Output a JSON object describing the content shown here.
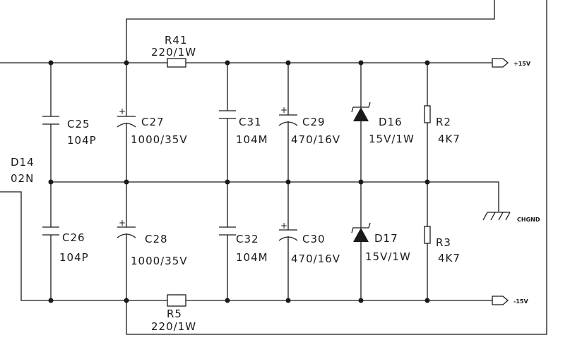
{
  "components": {
    "r41": {
      "ref": "R41",
      "value": "220/1W"
    },
    "r5": {
      "ref": "R5",
      "value": "220/1W"
    },
    "c25": {
      "ref": "C25",
      "value": "104P"
    },
    "c26": {
      "ref": "C26",
      "value": "104P"
    },
    "c27": {
      "ref": "C27",
      "value": "1000/35V"
    },
    "c28": {
      "ref": "C28",
      "value": "1000/35V"
    },
    "c31": {
      "ref": "C31",
      "value": "104M"
    },
    "c32": {
      "ref": "C32",
      "value": "104M"
    },
    "c29": {
      "ref": "C29",
      "value": "470/16V"
    },
    "c30": {
      "ref": "C30",
      "value": "470/16V"
    },
    "d16": {
      "ref": "D16",
      "value": "15V/1W"
    },
    "d17": {
      "ref": "D17",
      "value": "15V/1W"
    },
    "r2": {
      "ref": "R2",
      "value": "4K7"
    },
    "r3": {
      "ref": "R3",
      "value": "4K7"
    },
    "d14": {
      "ref": "D14",
      "value": "02N"
    }
  },
  "ports": {
    "pos": "+15V",
    "neg": "-15V",
    "gnd": "CHGND"
  },
  "polarity_mark": "+"
}
